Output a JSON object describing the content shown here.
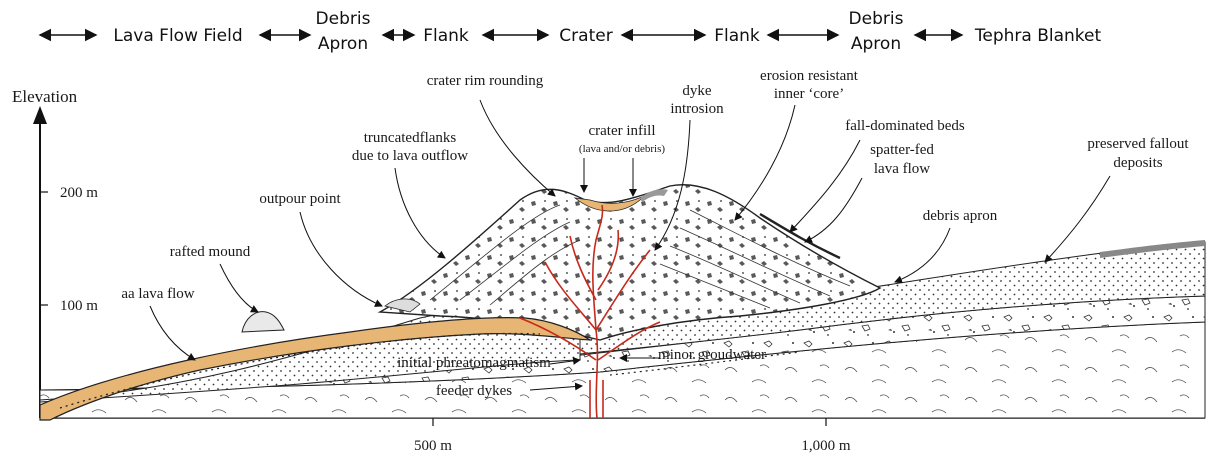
{
  "zones": [
    {
      "label": "Lava Flow Field"
    },
    {
      "label": [
        "Debris",
        "Apron"
      ]
    },
    {
      "label": "Flank"
    },
    {
      "label": "Crater"
    },
    {
      "label": "Flank"
    },
    {
      "label": [
        "Debris",
        "Apron"
      ]
    },
    {
      "label": "Tephra Blanket"
    }
  ],
  "axes": {
    "y_title": "Elevation",
    "y_ticks": [
      "200 m",
      "100 m"
    ],
    "x_ticks": [
      "500 m",
      "1,000 m"
    ]
  },
  "labels": {
    "crater_rim_rounding": "crater rim rounding",
    "dyke_introsion": [
      "dyke",
      "introsion"
    ],
    "erosion_core": [
      "erosion resistant",
      "inner ‘core’"
    ],
    "crater_infill": "crater infill",
    "crater_infill_note": "(lava and/or debris)",
    "truncated_flanks": [
      "truncatedflanks",
      "due to lava outflow"
    ],
    "fall_dominated_beds": "fall-dominated beds",
    "spatter_fed": [
      "spatter-fed",
      "lava flow"
    ],
    "preserved_fallout": [
      "preserved fallout",
      "deposits"
    ],
    "outpour_point": "outpour point",
    "debris_apron": "debris apron",
    "rafted_mound": "rafted mound",
    "aa_lava_flow": "aa lava flow",
    "initial_phreato": "initial phreatomagmatism",
    "minor_groundwater": "minor groudwater",
    "feeder_dykes": "feeder dykes"
  },
  "colors": {
    "lava": "#e7b574",
    "dyke": "#c62a1a",
    "ink": "#1a1a1a"
  }
}
